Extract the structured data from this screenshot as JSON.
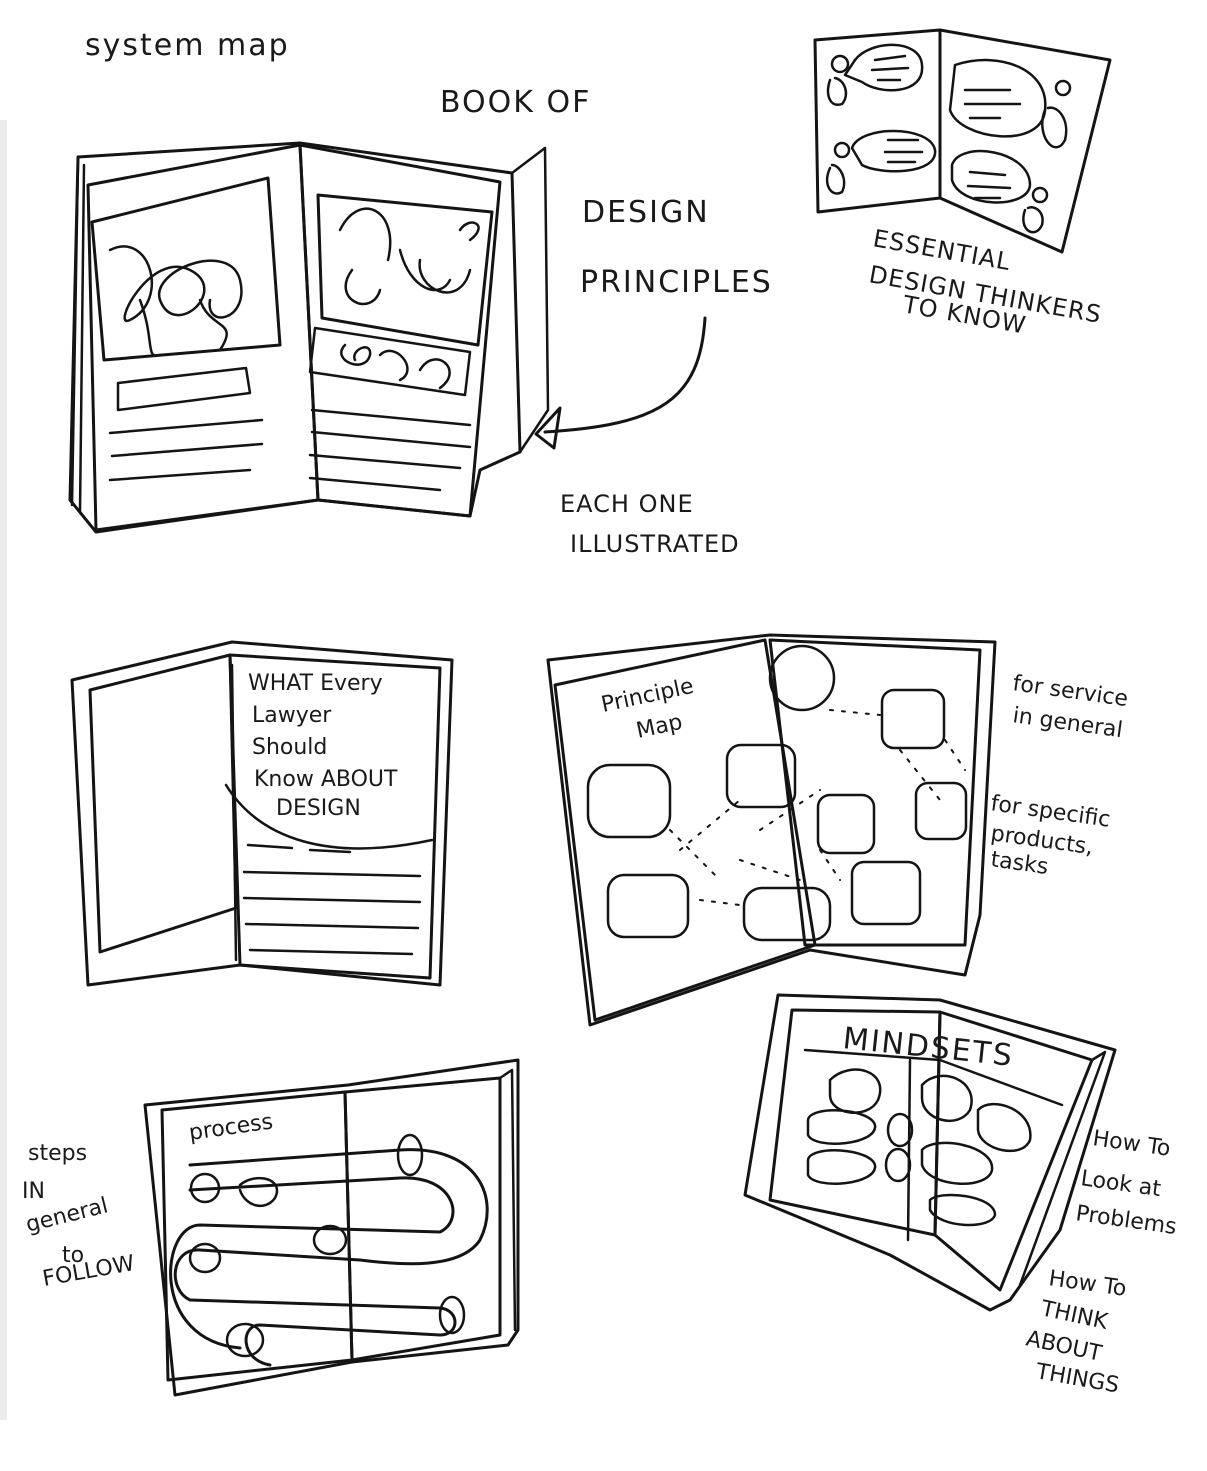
{
  "title": "system map",
  "book_of": "BOOK OF",
  "design_principles": [
    "DESIGN",
    "PRINCIPLES"
  ],
  "each_one": [
    "EACH ONE",
    "ILLUSTRATED"
  ],
  "thinkers": [
    "ESSENTIAL",
    "DESIGN THINKERS",
    "TO KNOW"
  ],
  "lawyer_book": [
    "WHAT Every",
    "Lawyer",
    "Should",
    "Know ABOUT",
    "DESIGN"
  ],
  "principle_map": [
    "Principle",
    "Map"
  ],
  "service_note": [
    "for service",
    "in general"
  ],
  "products_note": [
    "for specific",
    "products,",
    "tasks"
  ],
  "process_label": "process",
  "steps_note": [
    "steps",
    "IN",
    "general",
    "to",
    "FOLLOW"
  ],
  "mindsets_label": "MINDSETS",
  "problems_note": [
    "How To",
    "Look at",
    "Problems"
  ],
  "think_note": [
    "How To",
    "THINK",
    "ABOUT",
    "THINGS"
  ],
  "colors": {
    "ink": "#141414",
    "paper": "#ffffff"
  },
  "scan_edge": "#e9e9e9"
}
